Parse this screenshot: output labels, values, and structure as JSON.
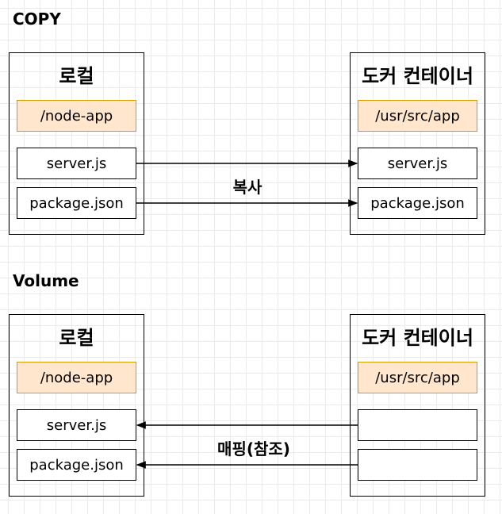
{
  "copy_section": {
    "title": "COPY",
    "local": {
      "title": "로컬",
      "dir": "/node-app",
      "files": [
        "server.js",
        "package.json"
      ]
    },
    "container": {
      "title": "도커 컨테이너",
      "dir": "/usr/src/app",
      "files": [
        "server.js",
        "package.json"
      ]
    },
    "arrow_label": "복사"
  },
  "volume_section": {
    "title": "Volume",
    "local": {
      "title": "로컬",
      "dir": "/node-app",
      "files": [
        "server.js",
        "package.json"
      ]
    },
    "container": {
      "title": "도커 컨테이너",
      "dir": "/usr/src/app",
      "files": [
        "",
        ""
      ]
    },
    "arrow_label": "매핑(참조)"
  }
}
